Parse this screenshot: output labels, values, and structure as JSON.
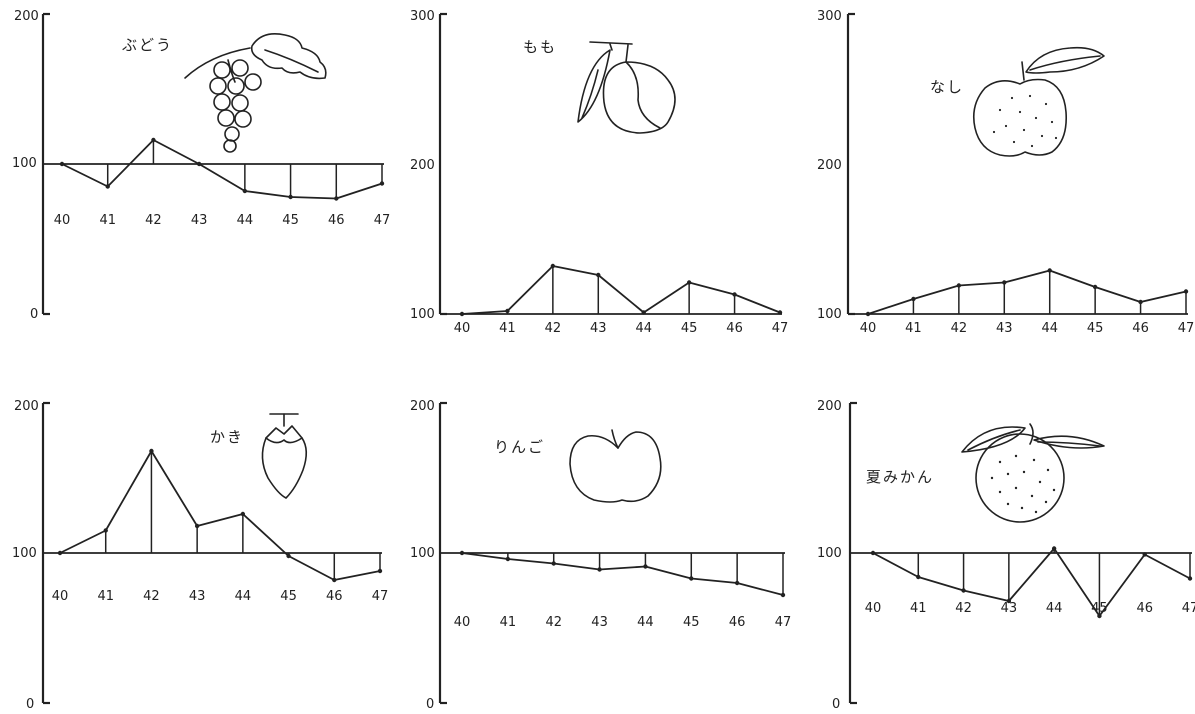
{
  "chart_data": [
    {
      "type": "line",
      "title": "ぶどう",
      "icon": "grape-icon",
      "x": [
        "40",
        "41",
        "42",
        "43",
        "44",
        "45",
        "46",
        "47"
      ],
      "values": [
        100,
        85,
        116,
        100,
        82,
        78,
        77,
        87
      ],
      "baseline": 100,
      "ylim": [
        0,
        200
      ],
      "yticks": [
        "200",
        "100",
        "0"
      ],
      "grid": false
    },
    {
      "type": "line",
      "title": "もも",
      "icon": "peach-icon",
      "x": [
        "40",
        "41",
        "42",
        "43",
        "44",
        "45",
        "46",
        "47"
      ],
      "values": [
        100,
        102,
        132,
        126,
        101,
        121,
        113,
        101
      ],
      "baseline": 100,
      "ylim": [
        100,
        300
      ],
      "yticks": [
        "300",
        "200",
        "100"
      ],
      "grid": false
    },
    {
      "type": "line",
      "title": "なし",
      "icon": "pear-icon",
      "x": [
        "40",
        "41",
        "42",
        "43",
        "44",
        "45",
        "46",
        "47"
      ],
      "values": [
        100,
        110,
        119,
        121,
        129,
        118,
        108,
        115
      ],
      "baseline": 100,
      "ylim": [
        100,
        300
      ],
      "yticks": [
        "300",
        "200",
        "100"
      ],
      "grid": false
    },
    {
      "type": "line",
      "title": "かき",
      "icon": "persimmon-icon",
      "x": [
        "40",
        "41",
        "42",
        "43",
        "44",
        "45",
        "46",
        "47"
      ],
      "values": [
        100,
        115,
        168,
        118,
        126,
        98,
        82,
        88
      ],
      "baseline": 100,
      "ylim": [
        0,
        200
      ],
      "yticks": [
        "200",
        "100",
        "0"
      ],
      "grid": false
    },
    {
      "type": "line",
      "title": "りんご",
      "icon": "apple-icon",
      "x": [
        "40",
        "41",
        "42",
        "43",
        "44",
        "45",
        "46",
        "47"
      ],
      "values": [
        100,
        96,
        93,
        89,
        91,
        83,
        80,
        72
      ],
      "baseline": 100,
      "ylim": [
        0,
        200
      ],
      "yticks": [
        "200",
        "100",
        "0"
      ],
      "grid": false
    },
    {
      "type": "line",
      "title": "夏みかん",
      "icon": "natsumikan-icon",
      "x": [
        "40",
        "41",
        "42",
        "43",
        "44",
        "45",
        "46",
        "47"
      ],
      "values": [
        100,
        84,
        75,
        68,
        103,
        58,
        99,
        83
      ],
      "baseline": 100,
      "ylim": [
        0,
        200
      ],
      "yticks": [
        "200",
        "100",
        "0"
      ],
      "grid": false
    }
  ]
}
